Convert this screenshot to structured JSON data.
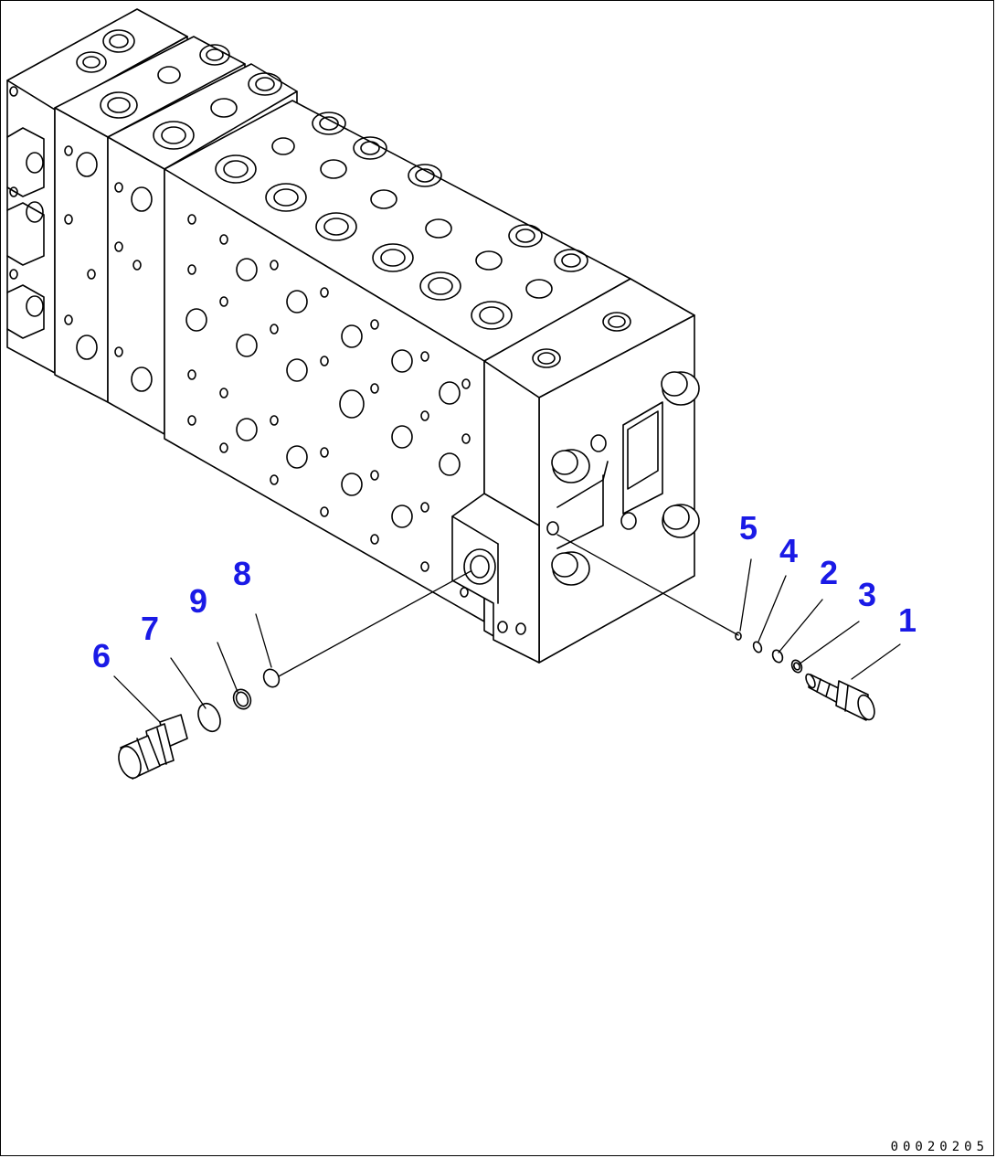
{
  "diagram": {
    "callout_color": "#1a1ae6",
    "line_color": "#000000",
    "drawing_code": "00020205",
    "callouts": [
      {
        "id": "5",
        "label": "5"
      },
      {
        "id": "4",
        "label": "4"
      },
      {
        "id": "2",
        "label": "2"
      },
      {
        "id": "3",
        "label": "3"
      },
      {
        "id": "1",
        "label": "1"
      },
      {
        "id": "8",
        "label": "8"
      },
      {
        "id": "9",
        "label": "9"
      },
      {
        "id": "7",
        "label": "7"
      },
      {
        "id": "6",
        "label": "6"
      }
    ]
  }
}
